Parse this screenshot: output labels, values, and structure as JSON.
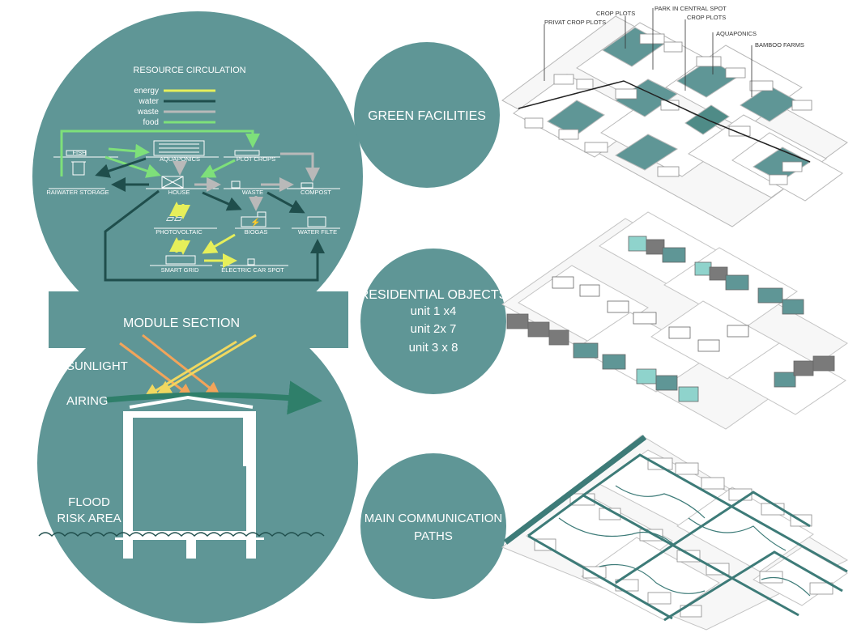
{
  "resource_circulation": {
    "title": "RESOURCE CIRCULATION",
    "legend": [
      {
        "label": "energy",
        "color": "#e6ef5a"
      },
      {
        "label": "water",
        "color": "#1f4e4c"
      },
      {
        "label": "waste",
        "color": "#b9b9b9"
      },
      {
        "label": "food",
        "color": "#7ee07a"
      }
    ],
    "nodes": {
      "fish": "FISH",
      "aquaponics": "AQUAPONICS",
      "plot_crops": "PLOT CROPS",
      "rainwater_storage": "RAIWATER STORAGE",
      "house": "HOUSE",
      "waste": "WASTE",
      "compost": "COMPOST",
      "photovoltaic": "PHOTOVOLTAIC",
      "biogas": "BIOGAS",
      "water_filter": "WATER FILTE",
      "smart_grid": "SMART GRID",
      "electric_car_spot": "ELECTRIC CAR SPOT"
    }
  },
  "module_section": {
    "title": "MODULE SECTION",
    "sunlight": "SUNLIGHT",
    "airing": "AIRING",
    "flood_line1": "FLOOD",
    "flood_line2": "RISK AREA"
  },
  "circles": {
    "green_facilities": "GREEN FACILITIES",
    "residential_title": "RESIDENTIAL OBJECTS",
    "unit1": "unit 1 x4",
    "unit2": "unit 2x 7",
    "unit3": "unit 3 x 8",
    "comm_line1": "MAIN COMMUNICATION",
    "comm_line2": "PATHS"
  },
  "green_labels": {
    "privat_crop_plots": "PRIVAT CROP PLOTS",
    "crop_plots_1": "CROP PLOTS",
    "park_central": "PARK IN CENTRAL SPOT",
    "crop_plots_2": "CROP PLOTS",
    "aquaponics": "AQUAPONICS",
    "bamboo_farms": "BAMBOO FARMS"
  },
  "colors": {
    "teal": "#5f9696",
    "teal_dark": "#3d7b78",
    "mint": "#8fd3cc",
    "gray_block": "#7a7a7a",
    "energy": "#e6ef5a",
    "water": "#1f4e4c",
    "waste": "#b9b9b9",
    "food": "#7ee07a",
    "sun": "#f2a45a"
  }
}
